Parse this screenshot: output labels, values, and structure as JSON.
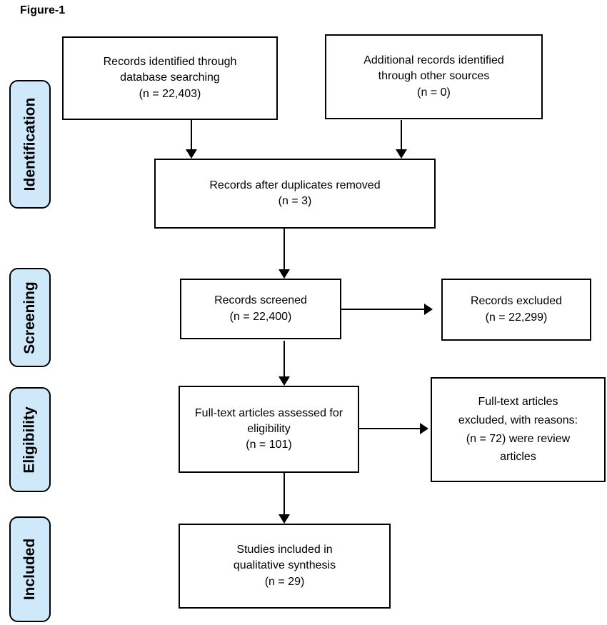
{
  "figure": {
    "label": "Figure-1"
  },
  "colors": {
    "stage_fill": "#cfe8fa",
    "stage_border": "#000000",
    "box_border": "#000000",
    "text": "#000000"
  },
  "stages": [
    {
      "label": "Identification"
    },
    {
      "label": "Screening"
    },
    {
      "label": "Eligibility"
    },
    {
      "label": "Included"
    }
  ],
  "boxes": {
    "records_identified": {
      "text": "Records identified through\ndatabase searching\n(n = 22,403)"
    },
    "additional_records": {
      "text": "Additional records identified\nthrough other sources\n(n = 0)"
    },
    "after_duplicates": {
      "text": "Records after duplicates removed\n(n = 3)"
    },
    "records_screened": {
      "text": "Records screened\n(n = 22,400)"
    },
    "records_excluded": {
      "text": "Records excluded\n(n = 22,299)"
    },
    "fulltext_assessed": {
      "text": "Full-text articles assessed for\neligibility\n(n = 101)"
    },
    "fulltext_excluded": {
      "text": "Full-text articles\nexcluded, with reasons:\n(n = 72) were review\narticles"
    },
    "studies_included": {
      "text": "Studies included in\nqualitative synthesis\n(n = 29)"
    }
  }
}
